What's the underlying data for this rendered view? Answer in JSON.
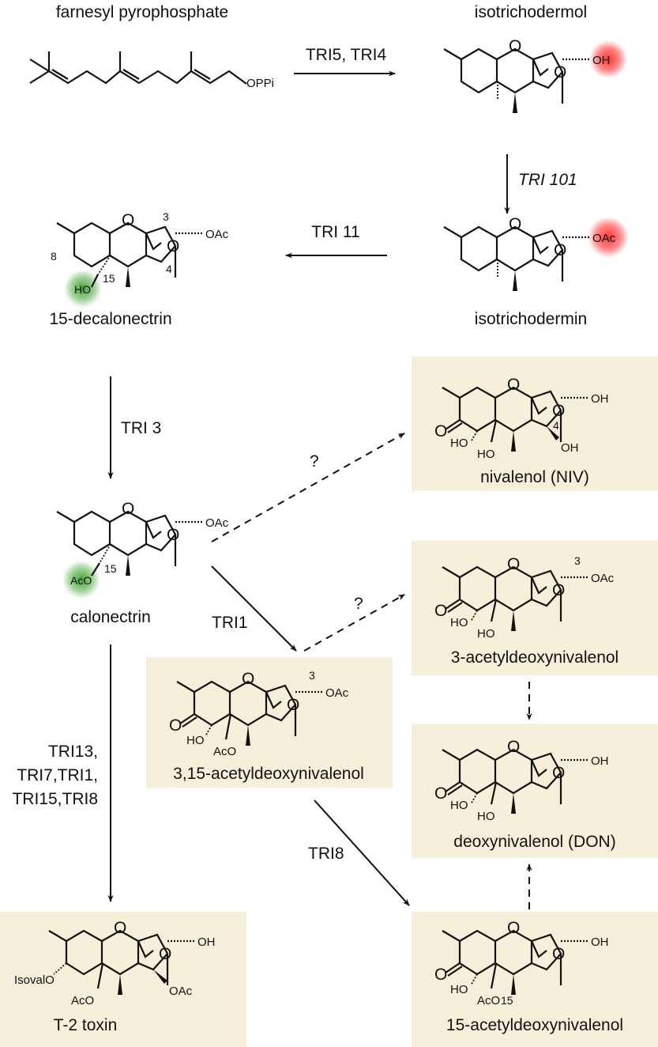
{
  "colors": {
    "box": "#f6efda",
    "ink": "#111111",
    "highlight_red": "#ff2a2a",
    "highlight_green": "#2f9a1e"
  },
  "compounds": {
    "farnesyl": {
      "name": "farnesyl pyrophosphate",
      "opp": "OPPi"
    },
    "isotrichodermol": {
      "name": "isotrichodermol",
      "group": "OH"
    },
    "isotrichodermin": {
      "name": "isotrichodermin",
      "group": "OAc"
    },
    "decalonectrin": {
      "name": "15-decalonectrin",
      "c3": "3",
      "c4": "4",
      "c8": "8",
      "c15": "15",
      "oac": "OAc",
      "ho": "HO"
    },
    "calonectrin": {
      "name": "calonectrin",
      "c15": "15",
      "oac": "OAc",
      "aco": "AcO"
    },
    "niv": {
      "name": "nivalenol (NIV)",
      "c4": "4",
      "oh1": "OH",
      "oh2": "OH",
      "ho1": "HO",
      "ho2": "HO"
    },
    "adon3": {
      "name": "3-acetyldeoxynivalenol",
      "c3": "3",
      "oac": "OAc",
      "ho1": "HO",
      "ho2": "HO"
    },
    "adon315": {
      "name": "3,15-acetyldeoxynivalenol",
      "c3": "3",
      "oac": "OAc",
      "ho": "HO",
      "aco": "AcO"
    },
    "don": {
      "name": "deoxynivalenol (DON)",
      "oh": "OH",
      "ho1": "HO",
      "ho2": "HO"
    },
    "t2": {
      "name": "T-2 toxin",
      "oh": "OH",
      "oac": "OAc",
      "isoval": "IsovalO",
      "aco": "AcO"
    },
    "adon15": {
      "name": "15-acetyldeoxynivalenol",
      "c15": "15",
      "oh": "OH",
      "ho": "HO",
      "aco": "AcO"
    }
  },
  "enzymes": {
    "tri5_tri4": "TRI5, TRI4",
    "tri101": "TRI 101",
    "tri11": "TRI 11",
    "tri3": "TRI 3",
    "tri1": "TRI1",
    "tri8": "TRI8",
    "t2_line1": "TRI13,",
    "t2_line2": "TRI7,TRI1,",
    "t2_line3": "TRI15,TRI8",
    "unknown_niv": "?",
    "unknown_3adon": "?"
  }
}
